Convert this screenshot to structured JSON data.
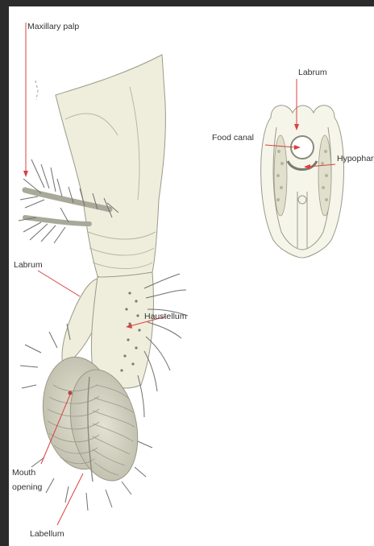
{
  "labels": {
    "maxillary_palp": "Maxillary palp",
    "labrum_main": "Labrum",
    "haustellum": "Haustellum",
    "mouth_opening_line1": "Mouth",
    "mouth_opening_line2": "opening",
    "labellum": "Labellum",
    "labrum_section": "Labrum",
    "food_canal": "Food canal",
    "hypopharynx": "Hypophary"
  },
  "colors": {
    "frame_background": "#2b2b2b",
    "canvas_background": "#ffffff",
    "tissue_fill": "#efeedd",
    "tissue_stroke": "#9a9a88",
    "bristle_color": "#6f6f6f",
    "leader_line": "#d9413f",
    "label_text": "#333333"
  }
}
